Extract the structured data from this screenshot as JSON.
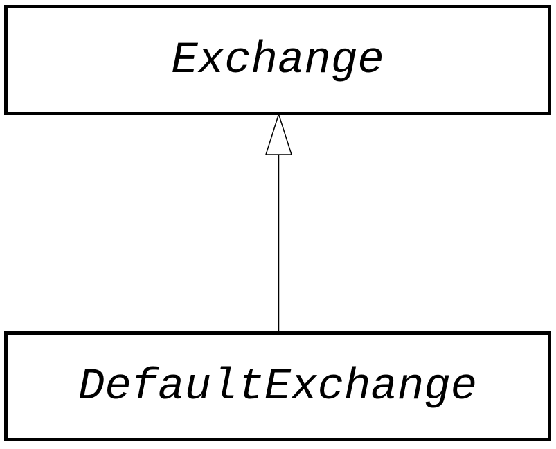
{
  "diagram": {
    "type": "uml-class-inheritance",
    "nodes": [
      {
        "id": "exchange",
        "label": "Exchange",
        "role": "parent-class"
      },
      {
        "id": "default-exchange",
        "label": "DefaultExchange",
        "role": "child-class"
      }
    ],
    "edges": [
      {
        "from": "default-exchange",
        "to": "exchange",
        "type": "generalization",
        "arrowhead": "hollow-triangle"
      }
    ],
    "colors": {
      "background": "#ffffff",
      "node_fill": "#ffffff",
      "node_border": "#000000",
      "text": "#000000",
      "edge_line": "#000000",
      "arrow_fill": "#ffffff",
      "arrow_stroke": "#000000"
    }
  }
}
